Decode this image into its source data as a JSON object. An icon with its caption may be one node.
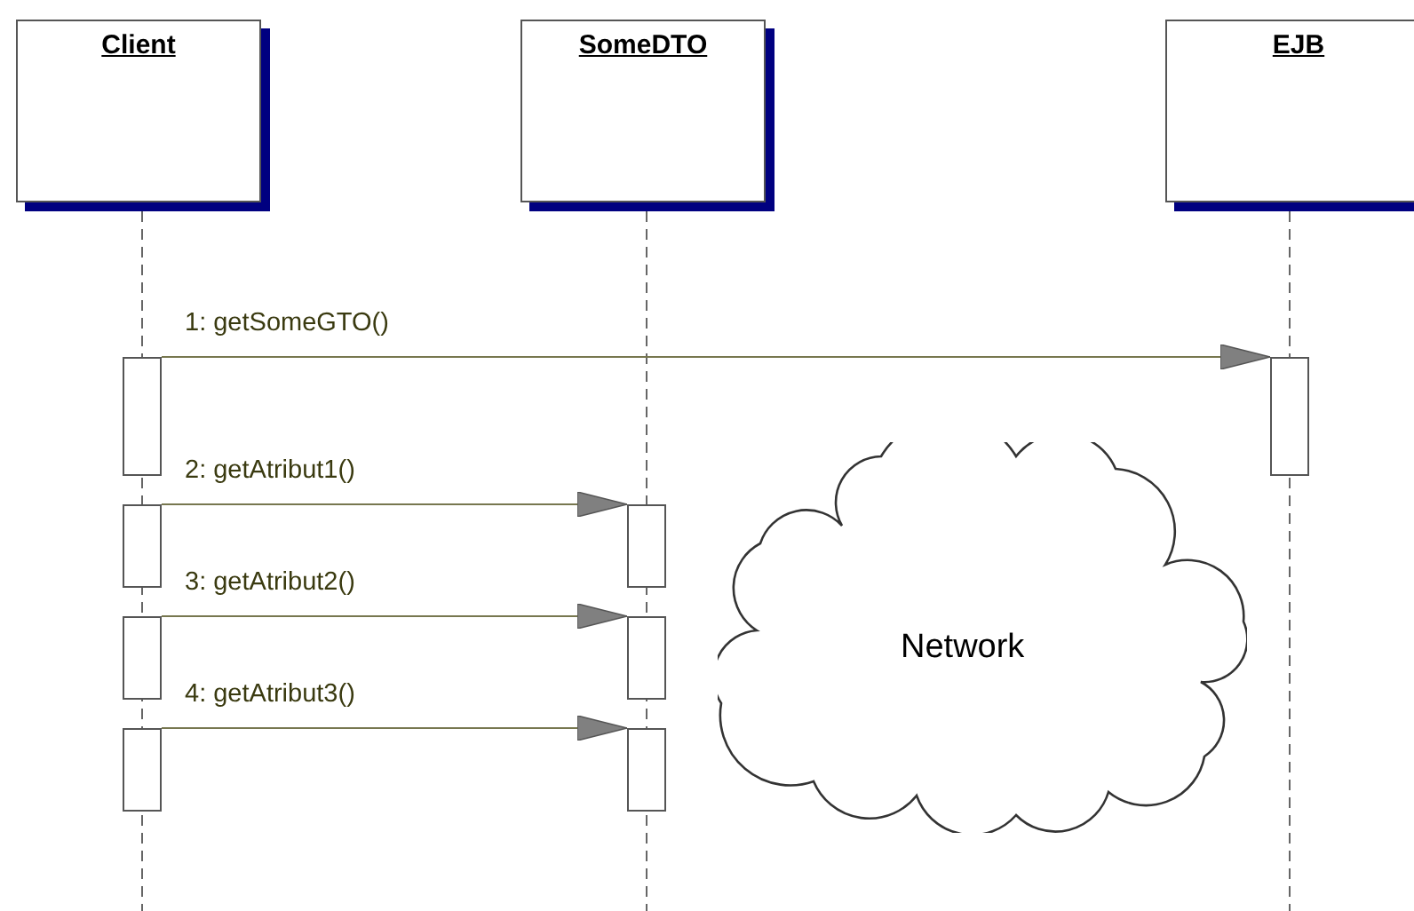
{
  "diagram": {
    "nodes": [
      {
        "text": [
          "Client"
        ]
      },
      {
        "text": [
          "SomeDTO"
        ]
      },
      {
        "text": [
          "EJB"
        ]
      },
      {
        "text": [],
        "shape": "bar"
      },
      {
        "text": [],
        "shape": "bar"
      },
      {
        "text": [],
        "shape": "bar"
      },
      {
        "text": [],
        "shape": "bar"
      },
      {
        "text": [],
        "shape": "bar"
      },
      {
        "text": [],
        "shape": "bar"
      },
      {
        "text": [],
        "shape": "bar"
      },
      {
        "text": [],
        "shape": "bar"
      },
      {
        "text": [
          "Network"
        ]
      }
    ],
    "edges": [
      {
        "from": 3,
        "to": 4,
        "arrow": "to",
        "label": "1: getSomeGTO()"
      },
      {
        "from": 5,
        "to": 6,
        "arrow": "to",
        "label": "2: getAtribut1()"
      },
      {
        "from": 7,
        "to": 8,
        "arrow": "to",
        "label": "3: getAtribut2()"
      },
      {
        "from": 9,
        "to": 10,
        "arrow": "to",
        "label": "4: getAtribut3()"
      }
    ]
  }
}
